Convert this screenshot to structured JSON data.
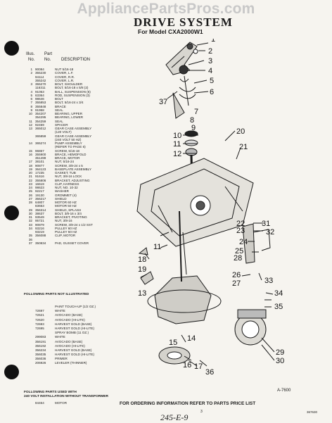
{
  "watermark": "AppliancePartsPros.com",
  "header": {
    "title": "DRIVE SYSTEM",
    "subtitle": "For Model CXA2000W1"
  },
  "columns": {
    "illus_no_line1": "Illus.",
    "illus_no_line2": "No.",
    "part_no_line1": "Part",
    "part_no_line2": "No.",
    "description": "DESCRIPTION"
  },
  "parts": [
    {
      "no": "1",
      "pn": "90084",
      "desc": "NUT 5/16-18"
    },
    {
      "no": "2",
      "pn": "355230",
      "desc": "COVER, L.F."
    },
    {
      "no": "",
      "pn": "94114",
      "desc": "COVER, R.R."
    },
    {
      "no": "",
      "pn": "355242",
      "desc": "COVER, L.R."
    },
    {
      "no": "3",
      "pn": "355270",
      "desc": "BOLT, SHOULDER"
    },
    {
      "no": "",
      "pn": "116311",
      "desc": "BOLT, 5/16-18 x 5/8 (2)"
    },
    {
      "no": "4",
      "pn": "91053",
      "desc": "BALL, SUSPENSION (6)"
    },
    {
      "no": "5",
      "pn": "63364",
      "desc": "ROD, SUSPENSION (3)"
    },
    {
      "no": "6",
      "pn": "98646",
      "desc": "BOLT"
    },
    {
      "no": "7",
      "pn": "355853",
      "desc": "BOLT, 5/16-24 x 3/4"
    },
    {
      "no": "8",
      "pn": "355848",
      "desc": "BRACE"
    },
    {
      "no": "9",
      "pn": "91958",
      "desc": "SEAL"
    },
    {
      "no": "10",
      "pn": "354207",
      "desc": "BEARING, UPPER"
    },
    {
      "no": "",
      "pn": "354295",
      "desc": "BEARING, LOWER"
    },
    {
      "no": "11",
      "pn": "354259",
      "desc": "SEAL"
    },
    {
      "no": "12",
      "pn": "92459",
      "desc": "SPACER"
    },
    {
      "no": "13",
      "pn": "365012",
      "desc": "GEAR CASE ASSEMBLY"
    },
    {
      "no": "",
      "pn": "",
      "desc": "(120 VOLT)"
    },
    {
      "no": "",
      "pn": "365859",
      "desc": "GEAR CASE ASSEMBLY"
    },
    {
      "no": "",
      "pn": "",
      "desc": "(240 VOLT 50 HZ)"
    },
    {
      "no": "14",
      "pn": "365274",
      "desc": "PUMP ASSEMBLY"
    },
    {
      "no": "",
      "pn": "",
      "desc": "(REFER TO PAGE 6)"
    },
    {
      "no": "15",
      "pn": "96867",
      "desc": "SCREW, 5/16-18"
    },
    {
      "no": "16",
      "pn": "355900",
      "desc": "BRACE, HEMOFOLD"
    },
    {
      "no": "",
      "pn": "351499",
      "desc": "BRACE, MOTOR"
    },
    {
      "no": "17",
      "pn": "38101",
      "desc": "NUT, 5/16-24"
    },
    {
      "no": "18",
      "pn": "90877",
      "desc": "SCREW, 3/8-24 x 5"
    },
    {
      "no": "19",
      "pn": "364123",
      "desc": "BASEPLATE ASSEMBLY"
    },
    {
      "no": "20",
      "pn": "17235",
      "desc": "GASKET, TUB"
    },
    {
      "no": "21",
      "pn": "91616",
      "desc": "NUT, 3/8-16 LOCK"
    },
    {
      "no": "22",
      "pn": "355806",
      "desc": "BRACKET, ADJUSTING"
    },
    {
      "no": "23",
      "pn": "16619",
      "desc": "CLIP, HARNESS"
    },
    {
      "no": "24",
      "pn": "98623",
      "desc": "NUT, NO. 10-32"
    },
    {
      "no": "25",
      "pn": "92217",
      "desc": "WASHER"
    },
    {
      "no": "26",
      "pn": "19130",
      "desc": "GROMMET (4)"
    },
    {
      "no": "27",
      "pn": "356217",
      "desc": "SHIELD"
    },
    {
      "no": "28",
      "pn": "64807",
      "desc": "MOTOR 60 HZ"
    },
    {
      "no": "",
      "pn": "83653",
      "desc": "MOTOR 50 HZ"
    },
    {
      "no": "29",
      "pn": "356314",
      "desc": "SHIELD, SPLASH"
    },
    {
      "no": "30",
      "pn": "38637",
      "desc": "BOLT, 3/8-16 x 3/4"
    },
    {
      "no": "31",
      "pn": "93549",
      "desc": "BRACKET, PIVOTING"
    },
    {
      "no": "32",
      "pn": "95721",
      "desc": "NUT, 3/8-16"
    },
    {
      "no": "33",
      "pn": "90879",
      "desc": "SCREW, 3/8-24 x 1/2 SST"
    },
    {
      "no": "34",
      "pn": "93216",
      "desc": "PULLEY 60 HZ"
    },
    {
      "no": "",
      "pn": "93219",
      "desc": "PULLEY 50 HZ"
    },
    {
      "no": "35",
      "pn": "356088",
      "desc": "CLIP, MOTOR"
    },
    {
      "no": "36",
      "pn": "",
      "desc": ""
    },
    {
      "no": "37",
      "pn": "350834",
      "desc": "PAD, GUSSET COVER"
    }
  ],
  "section_not_illustrated": "FOLLOWING PARTS NOT ILLUSTRATED",
  "paint": [
    {
      "pn": "",
      "desc": "PAINT TOUCH-UP (1/2 OZ.)"
    },
    {
      "pn": "72697",
      "desc": "WHITE"
    },
    {
      "pn": "72621",
      "desc": "AVOCADO (BASE)"
    },
    {
      "pn": "72620",
      "desc": "AVOCADO (HI-LITE)"
    },
    {
      "pn": "72693",
      "desc": "HARVEST GOLD (BASE)"
    },
    {
      "pn": "72695",
      "desc": "HARVEST GOLD (HI-LITE)"
    },
    {
      "pn": "",
      "desc": "SPRAY BOMB (11 OZ.)"
    },
    {
      "pn": "299083",
      "desc": "WHITE"
    },
    {
      "pn": "356191",
      "desc": "AVOCADO (BASE)"
    },
    {
      "pn": "356192",
      "desc": "AVOCADO (HI-LITE)"
    },
    {
      "pn": "356234",
      "desc": "HARVEST GOLD (BASE)"
    },
    {
      "pn": "356035",
      "desc": "HARVEST GOLD (HI-LITE)"
    },
    {
      "pn": "356036",
      "desc": "PRIMER"
    },
    {
      "pn": "206926",
      "desc": "LEVELER (THINNER)"
    }
  ],
  "section_240": "FOLLOWING PARTS USED WITH",
  "section_240_line2": "240 VOLT INSTALLATION WITHOUT TRANSFORMER",
  "motor_row": {
    "pn": "84464",
    "desc": "MOTOR"
  },
  "footer_text": "FOR ORDERING INFORMATION REFER TO PARTS PRICE LIST",
  "diagram_code": "A-7600",
  "page_number": "3",
  "doc_code": "367630",
  "handwritten": "245-E-9",
  "callouts": [
    "1",
    "2",
    "3",
    "4",
    "5",
    "6",
    "37",
    "7",
    "8",
    "9",
    "10",
    "11",
    "12",
    "20",
    "21",
    "22",
    "23",
    "24",
    "25",
    "26",
    "27",
    "28",
    "29",
    "30",
    "31",
    "32",
    "33",
    "34",
    "35",
    "36",
    "13",
    "14",
    "15",
    "16",
    "17",
    "18",
    "19",
    "11"
  ]
}
